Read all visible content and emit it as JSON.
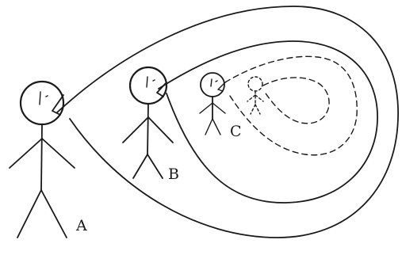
{
  "figure": {
    "labels": {
      "a": "A",
      "b": "B",
      "c": "C"
    },
    "ink_color": "#1a1a1a",
    "background": "#ffffff"
  }
}
